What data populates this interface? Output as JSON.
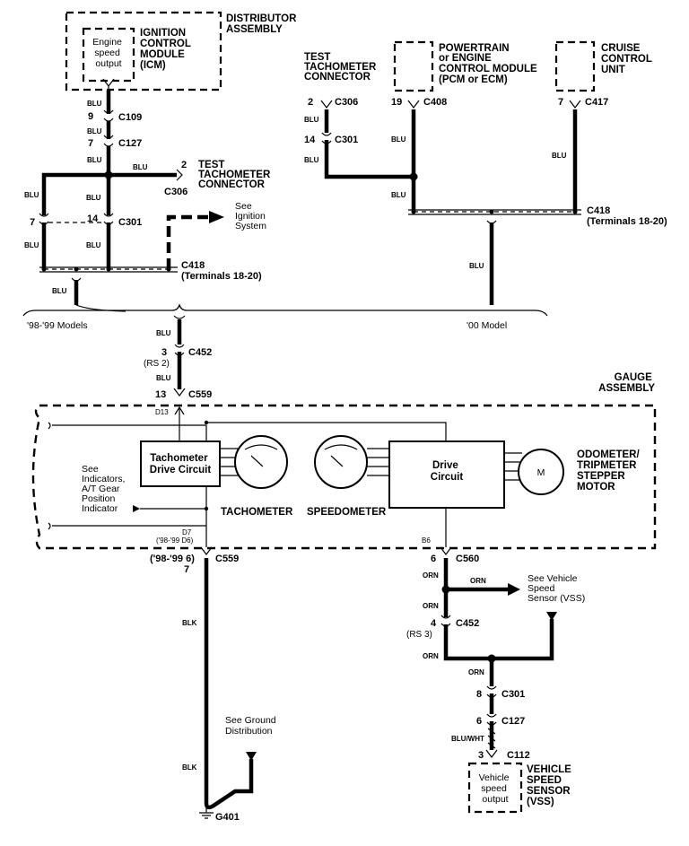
{
  "distributor_label": [
    "DISTRIBUTOR",
    "ASSEMBLY"
  ],
  "icm_label": [
    "IGNITION",
    "CONTROL",
    "MODULE",
    "(ICM)"
  ],
  "icm_inner": [
    "Engine",
    "speed",
    "output"
  ],
  "pcm_label": [
    "POWERTRAIN",
    "or ENGINE",
    "CONTROL MODULE",
    "(PCM or ECM)"
  ],
  "cruise_label": [
    "CRUISE",
    "CONTROL",
    "UNIT"
  ],
  "test_tach_right": [
    "TEST",
    "TACHOMETER",
    "CONNECTOR"
  ],
  "test_tach_left": [
    "TEST",
    "TACHOMETER",
    "CONNECTOR"
  ],
  "see_ignition": [
    "See",
    "Ignition",
    "System"
  ],
  "models_left": "'98-'99 Models",
  "models_right": "'00 Model",
  "gauge_label": [
    "GAUGE",
    "ASSEMBLY"
  ],
  "tach_drive": [
    "Tachometer",
    "Drive Circuit"
  ],
  "drive_circuit": [
    "Drive",
    "Circuit"
  ],
  "tachometer": "TACHOMETER",
  "speedometer": "SPEEDOMETER",
  "odometer_label": [
    "ODOMETER/",
    "TRIPMETER",
    "STEPPER",
    "MOTOR"
  ],
  "motor_symbol": "M",
  "see_indicators": [
    "See",
    "Indicators,",
    "A/T Gear",
    "Position",
    "Indicator"
  ],
  "see_vss": [
    "See Vehicle",
    "Speed",
    "Sensor (VSS)"
  ],
  "see_ground": [
    "See Ground",
    "Distribution"
  ],
  "vss_label": [
    "VEHICLE",
    "SPEED",
    "SENSOR",
    "(VSS)"
  ],
  "vss_inner": [
    "Vehicle",
    "speed",
    "output"
  ],
  "ground": "G401",
  "connectors": {
    "c109": "C109",
    "c127a": "C127",
    "c306a": "C306",
    "c301a": "C301",
    "c418a": "C418",
    "c418a_sub": "(Terminals 18-20)",
    "c306b": "C306",
    "c301b": "C301",
    "c408": "C408",
    "c417": "C417",
    "c418b": "C418",
    "c418b_sub": "(Terminals 18-20)",
    "c452a": "C452",
    "rs2": "(RS 2)",
    "c559a": "C559",
    "d13": "D13",
    "d7": "D7",
    "d7_sub": "('98-'99 D6)",
    "c559b": "C559",
    "pin_9899": "('98-'99 6)",
    "b6": "B6",
    "c560": "C560",
    "c452b": "C452",
    "rs3": "(RS 3)",
    "c301c": "C301",
    "c127b": "C127",
    "c112": "C112"
  },
  "pins": {
    "p9": "9",
    "p7a": "7",
    "p2a": "2",
    "p7b": "7",
    "p14a": "14",
    "p2b": "2",
    "p14b": "14",
    "p19": "19",
    "p7c": "7",
    "p3": "3",
    "p13": "13",
    "p7d": "7",
    "p6a": "6",
    "p4": "4",
    "p8": "8",
    "p6b": "6",
    "p3b": "3"
  },
  "wires": {
    "blu": "BLU",
    "blk": "BLK",
    "orn": "ORN",
    "bluwht": "BLU/WHT"
  }
}
